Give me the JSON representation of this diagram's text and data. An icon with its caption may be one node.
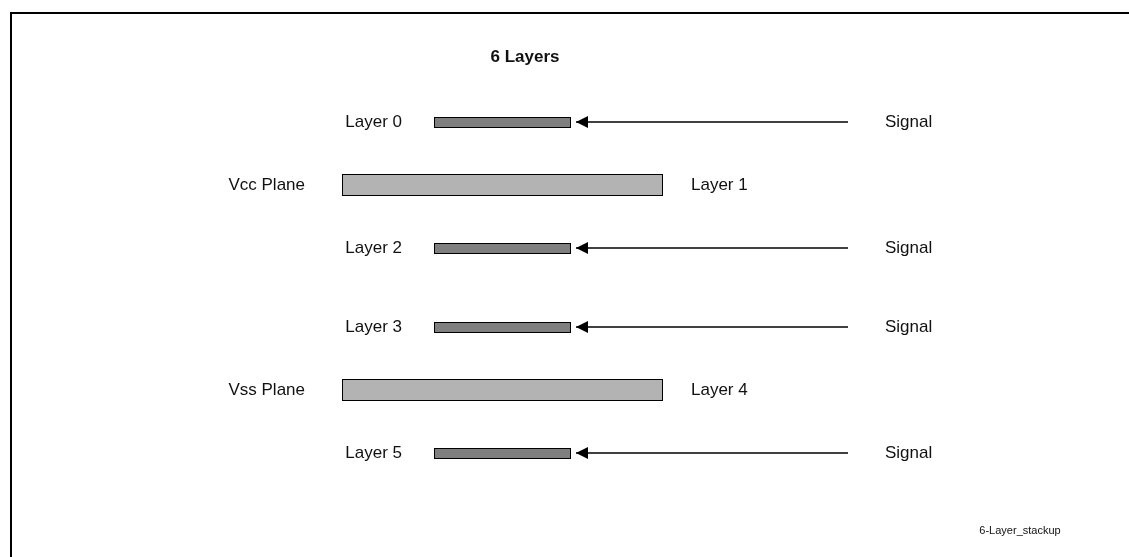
{
  "diagram": {
    "title": "6 Layers",
    "caption": "6-Layer_stackup",
    "nodes": [
      {
        "text": [],
        "shape": "bar",
        "beside": [
          "Layer 0"
        ]
      },
      {
        "text": [
          "Signal"
        ]
      },
      {
        "text": [],
        "shape": "bar",
        "beside": [
          "Vcc Plane",
          "Layer 1"
        ]
      },
      {
        "text": [],
        "shape": "bar",
        "beside": [
          "Layer 2"
        ]
      },
      {
        "text": [
          "Signal"
        ]
      },
      {
        "text": [],
        "shape": "bar",
        "beside": [
          "Layer 3"
        ]
      },
      {
        "text": [
          "Signal"
        ]
      },
      {
        "text": [],
        "shape": "bar",
        "beside": [
          "Vss Plane",
          "Layer 4"
        ]
      },
      {
        "text": [],
        "shape": "bar",
        "beside": [
          "Layer 5"
        ]
      },
      {
        "text": [
          "Signal"
        ]
      }
    ],
    "edges": [
      {
        "from": 1,
        "to": 0,
        "arrow": "to"
      },
      {
        "from": 4,
        "to": 3,
        "arrow": "to"
      },
      {
        "from": 6,
        "to": 5,
        "arrow": "to"
      },
      {
        "from": 9,
        "to": 8,
        "arrow": "to"
      }
    ]
  }
}
